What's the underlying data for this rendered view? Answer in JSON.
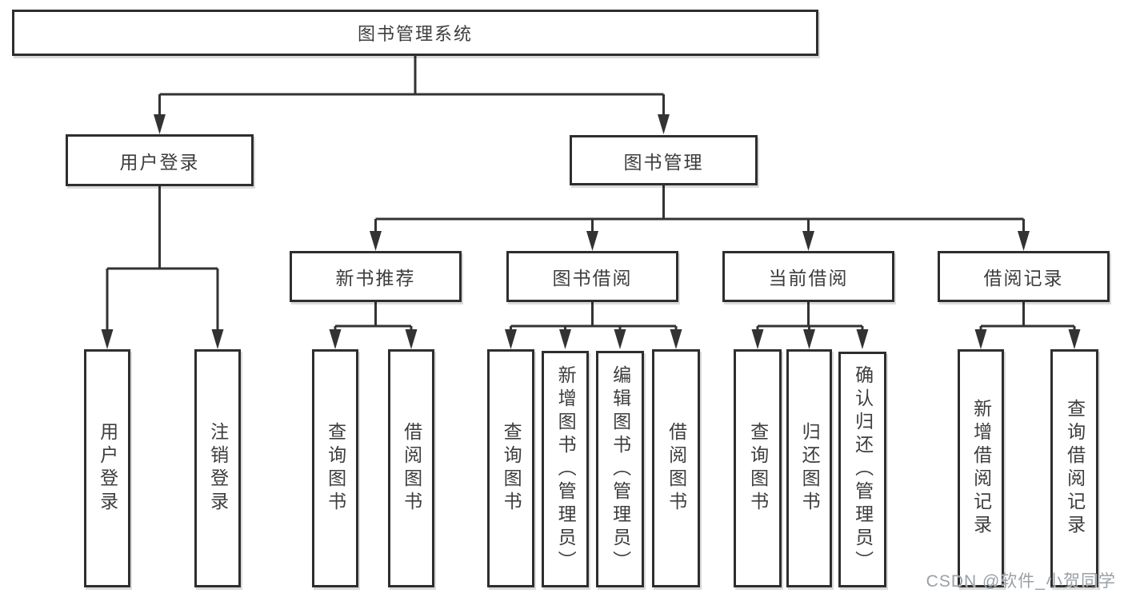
{
  "diagram": {
    "root": {
      "label": "图书管理系统"
    },
    "level2": [
      {
        "label": "用户登录"
      },
      {
        "label": "图书管理"
      }
    ],
    "level3": [
      {
        "label": "新书推荐"
      },
      {
        "label": "图书借阅"
      },
      {
        "label": "当前借阅"
      },
      {
        "label": "借阅记录"
      }
    ],
    "leaves": [
      {
        "label": "用户登录"
      },
      {
        "label": "注销登录"
      },
      {
        "label": "查询图书"
      },
      {
        "label": "借阅图书"
      },
      {
        "label": "查询图书"
      },
      {
        "label": "新增图书（管理员）"
      },
      {
        "label": "编辑图书（管理员）"
      },
      {
        "label": "借阅图书"
      },
      {
        "label": "查询图书"
      },
      {
        "label": "归还图书"
      },
      {
        "label": "确认归还（管理员）"
      },
      {
        "label": "新增借阅记录"
      },
      {
        "label": "查询借阅记录"
      }
    ],
    "colors": {
      "line": "#333333",
      "border": "#2e2e2e",
      "text": "#3d3d3d",
      "background": "#ffffff",
      "watermark": "#9aa0a6"
    },
    "watermark": "CSDN @软件_小贺同学"
  }
}
